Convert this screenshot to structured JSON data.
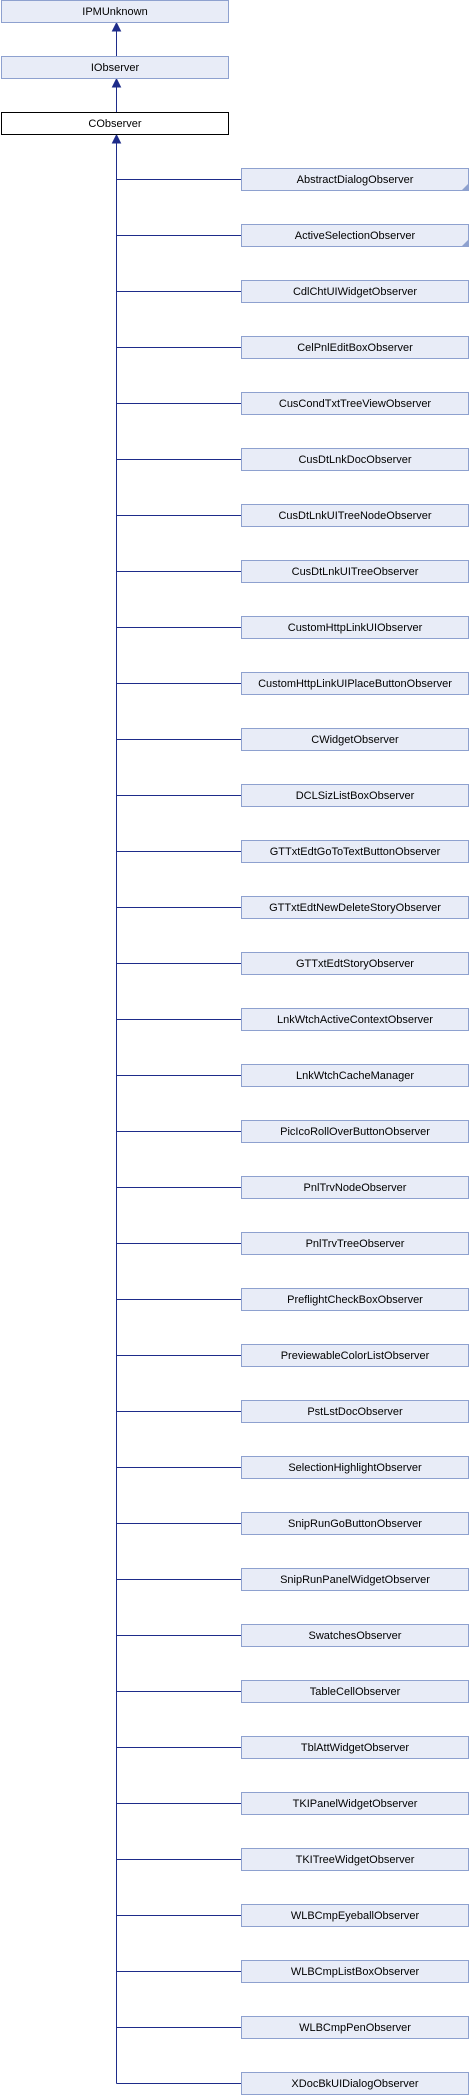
{
  "diagram": {
    "top_nodes": [
      {
        "id": "ipmunknown",
        "label": "IPMUnknown"
      },
      {
        "id": "iobserver",
        "label": "IObserver"
      },
      {
        "id": "cobserver",
        "label": "CObserver",
        "highlight": true
      }
    ],
    "children": [
      {
        "label": "AbstractDialogObserver",
        "more": true
      },
      {
        "label": "ActiveSelectionObserver",
        "more": true
      },
      {
        "label": "CdlChtUIWidgetObserver"
      },
      {
        "label": "CelPnlEditBoxObserver"
      },
      {
        "label": "CusCondTxtTreeViewObserver"
      },
      {
        "label": "CusDtLnkDocObserver"
      },
      {
        "label": "CusDtLnkUITreeNodeObserver"
      },
      {
        "label": "CusDtLnkUITreeObserver"
      },
      {
        "label": "CustomHttpLinkUIObserver"
      },
      {
        "label": "CustomHttpLinkUIPlaceButtonObserver"
      },
      {
        "label": "CWidgetObserver"
      },
      {
        "label": "DCLSizListBoxObserver"
      },
      {
        "label": "GTTxtEdtGoToTextButtonObserver"
      },
      {
        "label": "GTTxtEdtNewDeleteStoryObserver"
      },
      {
        "label": "GTTxtEdtStoryObserver"
      },
      {
        "label": "LnkWtchActiveContextObserver"
      },
      {
        "label": "LnkWtchCacheManager"
      },
      {
        "label": "PicIcoRollOverButtonObserver"
      },
      {
        "label": "PnlTrvNodeObserver"
      },
      {
        "label": "PnlTrvTreeObserver"
      },
      {
        "label": "PreflightCheckBoxObserver"
      },
      {
        "label": "PreviewableColorListObserver"
      },
      {
        "label": "PstLstDocObserver"
      },
      {
        "label": "SelectionHighlightObserver"
      },
      {
        "label": "SnipRunGoButtonObserver"
      },
      {
        "label": "SnipRunPanelWidgetObserver"
      },
      {
        "label": "SwatchesObserver"
      },
      {
        "label": "TableCellObserver"
      },
      {
        "label": "TblAttWidgetObserver"
      },
      {
        "label": "TKIPanelWidgetObserver"
      },
      {
        "label": "TKITreeWidgetObserver"
      },
      {
        "label": "WLBCmpEyeballObserver"
      },
      {
        "label": "WLBCmpListBoxObserver"
      },
      {
        "label": "WLBCmpPenObserver"
      },
      {
        "label": "XDocBkUIDialogObserver"
      }
    ]
  }
}
